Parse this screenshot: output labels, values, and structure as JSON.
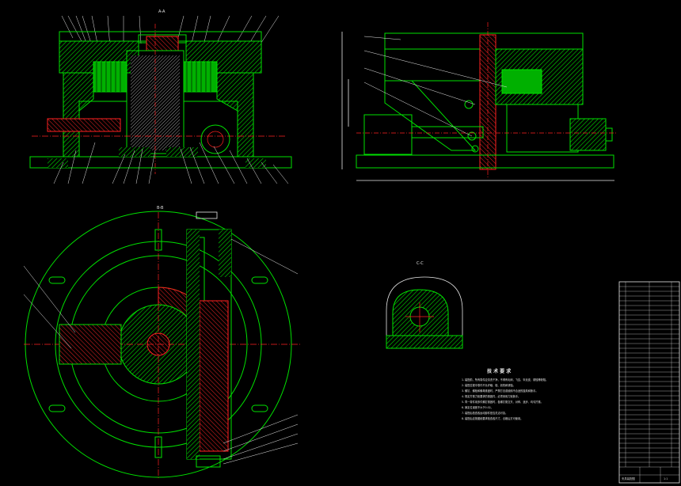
{
  "views": {
    "front_label": "A-A",
    "rotated_label": "B-B",
    "detail_label": "C-C"
  },
  "notes": {
    "title": "技 术 要 求",
    "lines": [
      "1. 装配前，所有零件应清洗干净，不得有毛刺、飞边、氧化皮、锈蚀等缺陷。",
      "2. 装配过程中零件不允许磕、碰、划伤和锈蚀。",
      "3. 螺钉、螺栓和螺母紧固时，严禁打击或使用不合适的旋具和扳手。",
      "4. 规定拧紧力矩要求的紧固件，必须采用力矩扳手。",
      "5. 同一零件用多件螺钉紧固时，各螺钉需交叉、对称、逐步、均匀拧紧。",
      "6. 销定位误差不大于0.02。",
      "7. 装配后检查各运动部件是否灵活可靠。",
      "8. 装配后应按图纸要求检查各尺寸，合格后方可使用。"
    ]
  },
  "title_block": {
    "caption": "夹具装配图",
    "scale": "1:1"
  },
  "colors": {
    "outline": "#00e000",
    "section_line": "#ff2020",
    "text": "#e8e8e8",
    "background": "#000000"
  }
}
